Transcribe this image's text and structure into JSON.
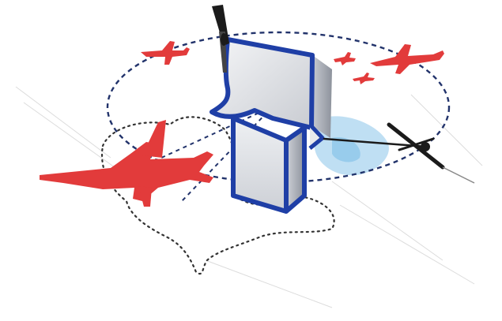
{
  "figure": {
    "elements": {
      "control_zone": "dashed-ellipse",
      "block_symbol": "question-mark-block",
      "aircraft": [
        "large-aircraft",
        "aircraft-left",
        "aircraft-right",
        "aircraft-small-1",
        "aircraft-small-2"
      ],
      "rotorcraft": [
        "helicopter-top",
        "helicopter-right"
      ],
      "ground_area": "dotted-boundary",
      "water_area": "blue-wash"
    },
    "colors": {
      "aircraft": "#e23b3b",
      "block_outline": "#1f3fa6",
      "block_fill_light": "#e9eaec",
      "block_fill_dark": "#9ea3ad",
      "zone_line": "#22336b",
      "water": "#a9d4ef",
      "rotor": "#1b1b1b"
    }
  }
}
